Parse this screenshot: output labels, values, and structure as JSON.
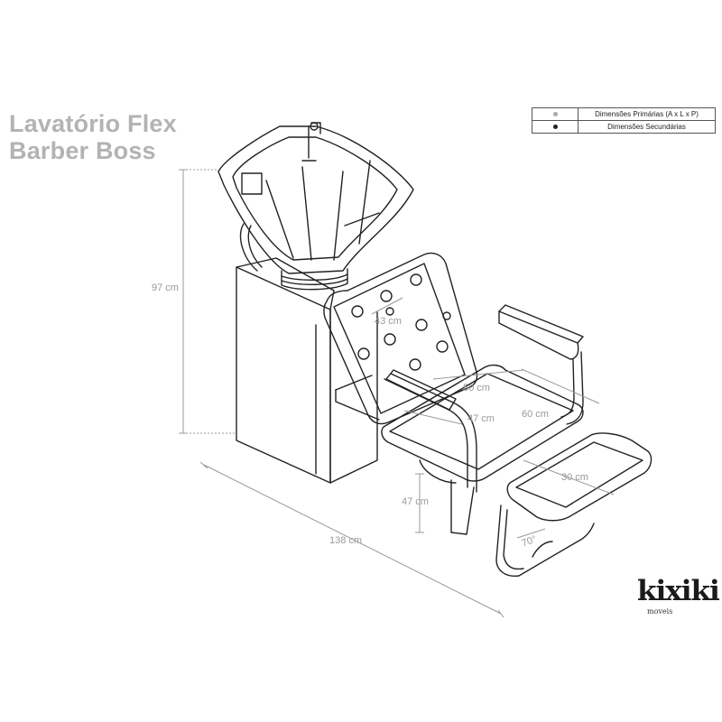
{
  "title": {
    "line1": "Lavatório Flex",
    "line2": "Barber Boss"
  },
  "legend": [
    {
      "label": "Dimensões Primárias (A x L x P)",
      "dot_color": "#aaaaaa"
    },
    {
      "label": "Dimensões Secundárias",
      "dot_color": "#222222"
    }
  ],
  "dimensions": {
    "height_total": "97 cm",
    "backrest": "43 cm",
    "seat_depth": "50 cm",
    "seat_width": "47 cm",
    "seat_length": "60 cm",
    "footrest": "30 cm",
    "seat_height": "47 cm",
    "length_total": "138 cm",
    "footrest_angle": "70°"
  },
  "brand": {
    "name": "kixiki",
    "tagline": "moveis"
  },
  "colors": {
    "title": "#b3b3b3",
    "dimension_lines": "#999999",
    "outline": "#222222"
  }
}
